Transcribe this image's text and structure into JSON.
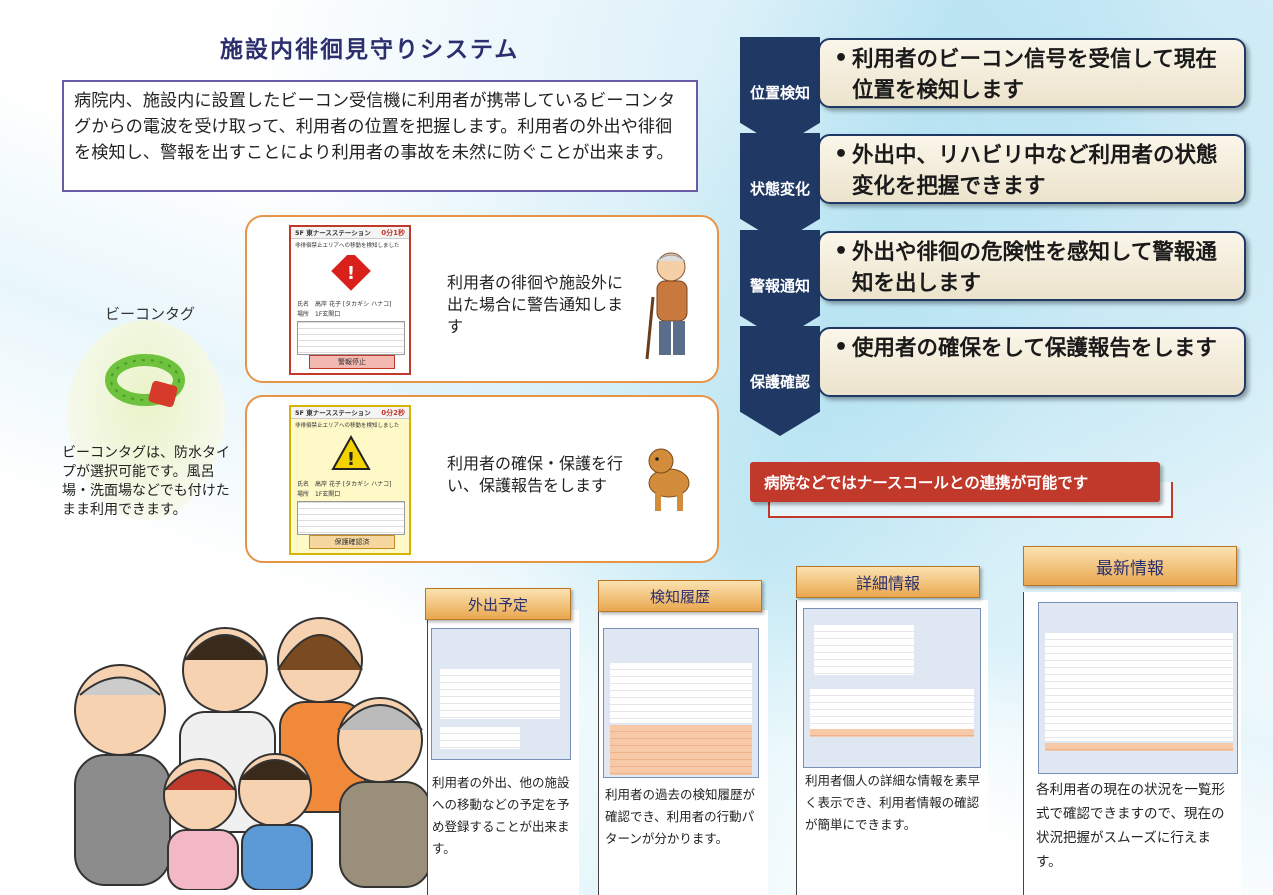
{
  "title": "施設内徘徊見守りシステム",
  "intro": "病院内、施設内に設置したビーコン受信機に利用者が携帯しているビーコンタグからの電波を受け取って、利用者の位置を把握します。利用者の外出や徘徊を検知し、警報を出すことにより利用者の事故を未然に防ぐことが出来ます。",
  "flow": [
    {
      "step": "位置検知",
      "text": "利用者のビーコン信号を受信して現在位置を検知します"
    },
    {
      "step": "状態変化",
      "text": "外出中、リハビリ中など利用者の状態変化を把握できます"
    },
    {
      "step": "警報通知",
      "text": "外出や徘徊の危険性を感知して警報通知を出します"
    },
    {
      "step": "保護確認",
      "text": "使用者の確保をして保護報告をします"
    }
  ],
  "nurse_call": "病院などではナースコールとの連携が可能です",
  "beacon": {
    "label": "ビーコンタグ",
    "desc": "ビーコンタグは、防水タイプが選択可能です。風呂場・洗面場などでも付けたまま利用できます。"
  },
  "alerts": [
    {
      "station": "5F 東ナースステーション",
      "timer": "0分1秒",
      "sub": "非徘徊禁止エリアへの移動を検知しました",
      "name_label": "氏名",
      "name": "高岸 花子 [タカギシ ハナコ]",
      "place_label": "場所",
      "place": "1F玄関口",
      "button": "警報停止",
      "text": "利用者の徘徊や施設外に出た場合に警告通知します"
    },
    {
      "station": "5F 東ナースステーション",
      "timer": "0分2秒",
      "sub": "非徘徊禁止エリアへの移動を検知しました",
      "name_label": "氏名",
      "name": "高岸 花子 [タカギシ ハナコ]",
      "place_label": "場所",
      "place": "1F玄関口",
      "button": "保護確認済",
      "text": "利用者の確保・保護を行い、保護報告をします"
    }
  ],
  "panels": [
    {
      "tag": "外出予定",
      "text": "利用者の外出、他の施設への移動などの予定を予め登録することが出来ます。"
    },
    {
      "tag": "検知履歴",
      "text": "利用者の過去の検知履歴が確認でき、利用者の行動パターンが分かります。"
    },
    {
      "tag": "詳細情報",
      "text": "利用者個人の詳細な情報を素早く表示でき、利用者情報の確認が簡単にできます。"
    },
    {
      "tag": "最新情報",
      "text": "各利用者の現在の状況を一覧形式で確認できますので、現在の状況把握がスムーズに行えます。"
    }
  ],
  "colors": {
    "navy": "#1f3864",
    "alert_red": "#c0392b",
    "orange_frame": "#e59448",
    "title": "#2b2f6e"
  }
}
